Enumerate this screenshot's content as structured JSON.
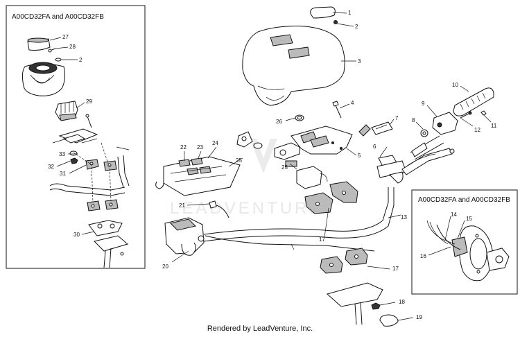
{
  "inset_left": {
    "title": "A00CD32FA and A00CD32FB",
    "callouts": [
      "27",
      "28",
      "2",
      "29",
      "33",
      "32",
      "31",
      "30"
    ]
  },
  "inset_right": {
    "title": "A00CD32FA and A00CD32FB",
    "callouts": [
      "14",
      "15",
      "16"
    ]
  },
  "main_callouts": [
    "1",
    "2",
    "3",
    "4",
    "5",
    "6",
    "7",
    "8",
    "9",
    "10",
    "11",
    "12",
    "13",
    "17",
    "17",
    "18",
    "19",
    "20",
    "21",
    "22",
    "23",
    "24",
    "25",
    "25",
    "26"
  ],
  "watermark": "LEADVENTURE",
  "footer": {
    "credit": "Rendered by LeadVenture, Inc."
  }
}
